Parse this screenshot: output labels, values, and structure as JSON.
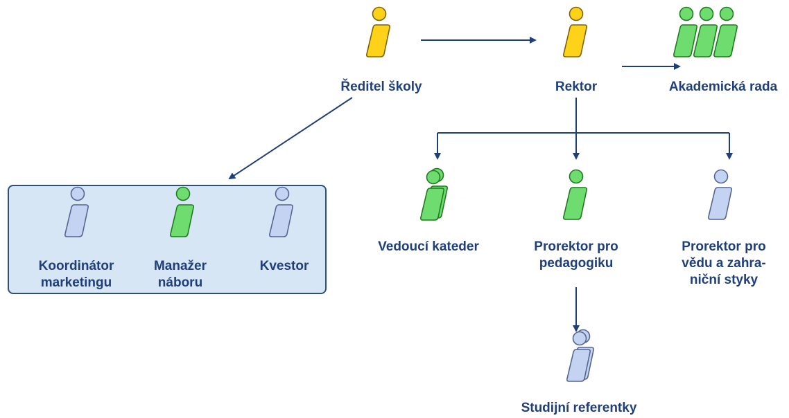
{
  "colors": {
    "yellow_fill": "#ffd21a",
    "yellow_stroke": "#7a6200",
    "green_fill": "#6fdc6f",
    "green_stroke": "#1f7a1f",
    "blue_fill": "#c4d3f2",
    "blue_stroke": "#55658f",
    "arrow": "#1f3f7a",
    "label": "#1f3f7a",
    "group_fill": "#d6e6f5"
  },
  "nodes": {
    "reditel": {
      "label": "Ředitel školy",
      "color": "yellow",
      "icon": "single-person-icon"
    },
    "rektor": {
      "label": "Rektor",
      "color": "yellow",
      "icon": "single-person-icon"
    },
    "akademicka": {
      "label": "Akademická rada",
      "color": "green",
      "icon": "group-of-three-icon"
    },
    "vedouci": {
      "label": "Vedoucí kateder",
      "color": "green",
      "icon": "stacked-persons-icon"
    },
    "prorektor_ped": {
      "line1": "Prorektor pro",
      "line2": "pedagogiku",
      "color": "green",
      "icon": "single-person-icon"
    },
    "prorektor_veda": {
      "line1": "Prorektor pro",
      "line2": "vědu a zahra-",
      "line3": "niční styky",
      "color": "blue",
      "icon": "single-person-icon"
    },
    "studijni": {
      "label": "Studijní referentky",
      "color": "blue",
      "icon": "stacked-persons-icon"
    },
    "koordinator": {
      "line1": "Koordinátor",
      "line2": "marketingu",
      "color": "blue",
      "icon": "single-person-icon"
    },
    "manazer": {
      "line1": "Manažer",
      "line2": "náboru",
      "color": "green",
      "icon": "single-person-icon"
    },
    "kvestor": {
      "label": "Kvestor",
      "color": "blue",
      "icon": "single-person-icon"
    }
  },
  "edges": [
    {
      "from": "Ředitel školy",
      "to": "Rektor"
    },
    {
      "from": "Rektor",
      "to": "Akademická rada"
    },
    {
      "from": "Ředitel školy",
      "to": "Koordinátor marketingu / Manažer náboru / Kvestor"
    },
    {
      "from": "Rektor",
      "to": "Vedoucí kateder"
    },
    {
      "from": "Rektor",
      "to": "Prorektor pro pedagogiku"
    },
    {
      "from": "Rektor",
      "to": "Prorektor pro vědu a zahraniční styky"
    },
    {
      "from": "Prorektor pro pedagogiku",
      "to": "Studijní referentky"
    }
  ]
}
